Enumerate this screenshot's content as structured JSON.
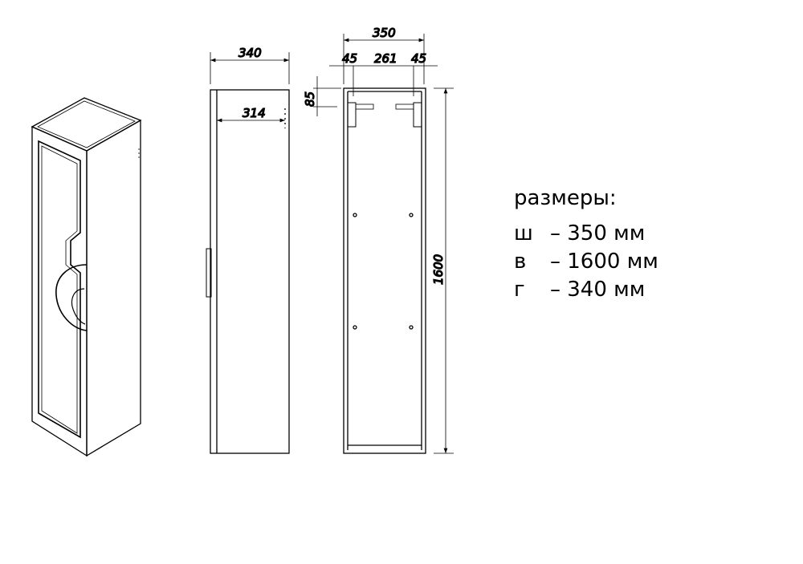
{
  "dimensions_drawing": {
    "side_depth": "340",
    "side_inner_depth": "314",
    "front_width": "350",
    "front_left_offset": "45",
    "front_inner_span": "261",
    "front_right_offset": "45",
    "top_offset": "85",
    "height": "1600"
  },
  "specs": {
    "title": "размеры:",
    "rows": [
      {
        "label": "ш",
        "value": "– 350 мм"
      },
      {
        "label": "в",
        "value": "– 1600 мм"
      },
      {
        "label": "г",
        "value": "– 340 мм"
      }
    ]
  },
  "colors": {
    "line": "#000000",
    "background": "#ffffff"
  }
}
